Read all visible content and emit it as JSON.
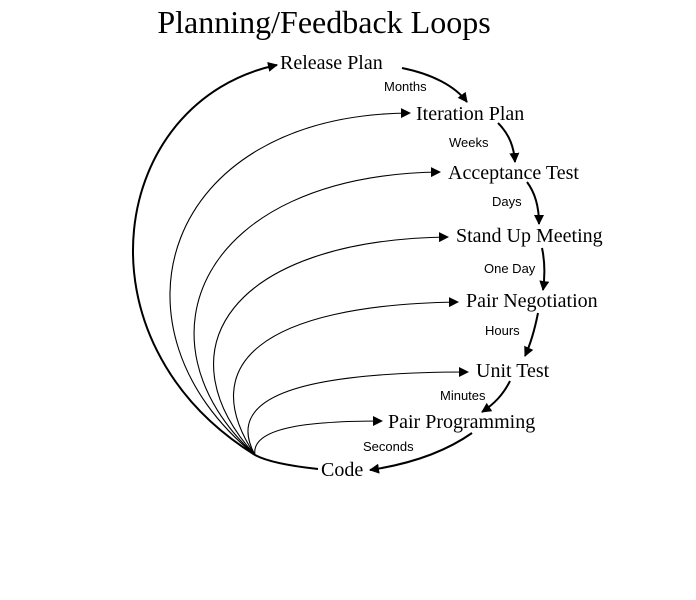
{
  "title": "Planning/Feedback Loops",
  "stages": [
    "Release Plan",
    "Iteration Plan",
    "Acceptance Test",
    "Stand Up Meeting",
    "Pair Negotiation",
    "Unit Test",
    "Pair Programming",
    "Code"
  ],
  "durations": [
    "Months",
    "Weeks",
    "Days",
    "One Day",
    "Hours",
    "Minutes",
    "Seconds"
  ]
}
